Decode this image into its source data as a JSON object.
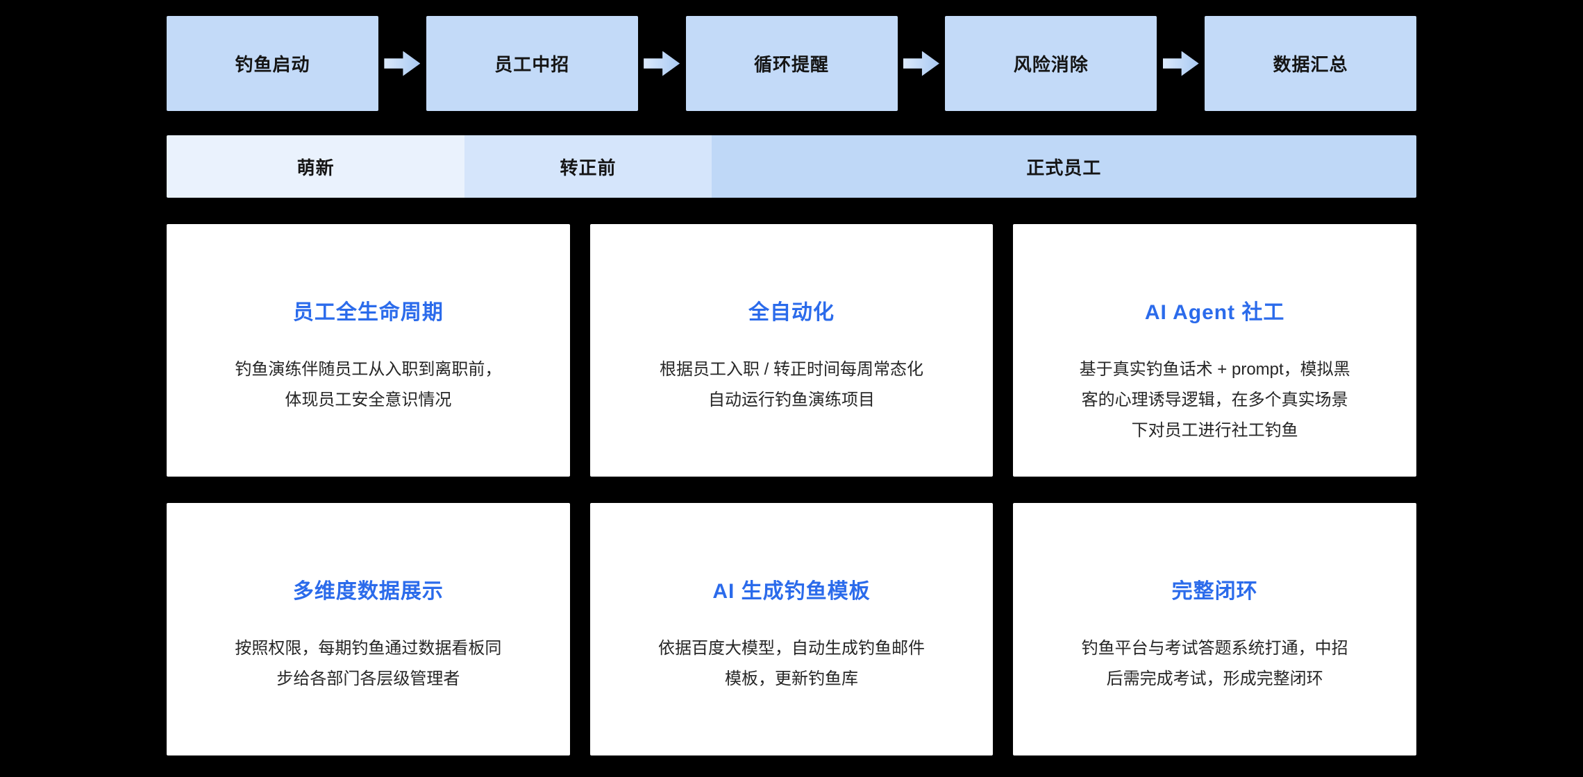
{
  "flow": {
    "steps": [
      {
        "label": "钓鱼启动"
      },
      {
        "label": "员工中招"
      },
      {
        "label": "循环提醒"
      },
      {
        "label": "风险消除"
      },
      {
        "label": "数据汇总"
      }
    ]
  },
  "timeline": {
    "segments": [
      {
        "label": "萌新"
      },
      {
        "label": "转正前"
      },
      {
        "label": "正式员工"
      }
    ]
  },
  "cards": [
    {
      "title": "员工全生命周期",
      "body": "钓鱼演练伴随员工从入职到离职前，\n体现员工安全意识情况"
    },
    {
      "title": "全自动化",
      "body": "根据员工入职 / 转正时间每周常态化\n自动运行钓鱼演练项目"
    },
    {
      "title": "AI Agent 社工",
      "body": "基于真实钓鱼话术 + prompt，模拟黑\n客的心理诱导逻辑，在多个真实场景\n下对员工进行社工钓鱼"
    },
    {
      "title": "多维度数据展示",
      "body": "按照权限，每期钓鱼通过数据看板同\n步给各部门各层级管理者"
    },
    {
      "title": "AI 生成钓鱼模板",
      "body": "依据百度大模型，自动生成钓鱼邮件\n模板，更新钓鱼库"
    },
    {
      "title": "完整闭环",
      "body": "钓鱼平台与考试答题系统打通，中招\n后需完成考试，形成完整闭环"
    }
  ],
  "colors": {
    "background": "#000000",
    "flow_box": "#C3DAF8",
    "timeline_stage1": "#EAF2FD",
    "timeline_stage2": "#D5E5FB",
    "timeline_stage3": "#BFD8F7",
    "card_title_accent": "#2B6BEB"
  }
}
